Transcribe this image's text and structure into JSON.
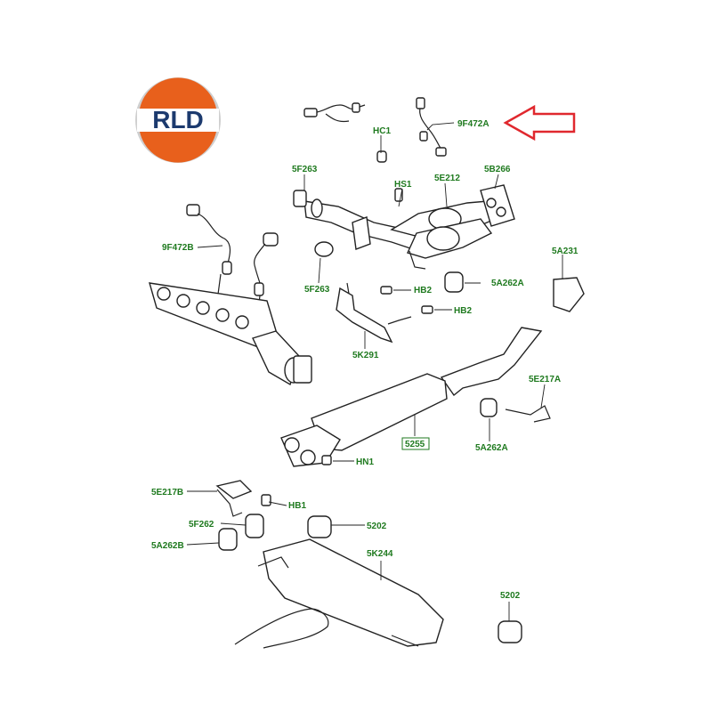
{
  "logo": {
    "text": "RLD",
    "colors": {
      "orange": "#e8601c",
      "blue": "#1c3a6e",
      "ring": "#cfcfcf"
    }
  },
  "arrow_color": "#e0282e",
  "label_color": "#1f7a1f",
  "labels": {
    "l9F472A": "9F472A",
    "lHC1": "HC1",
    "l5F263a": "5F263",
    "lHS1": "HS1",
    "l5E212": "5E212",
    "l5B266": "5B266",
    "l9F472B": "9F472B",
    "l5F263b": "5F263",
    "lHB2a": "HB2",
    "l5A262A_a": "5A262A",
    "l5A231": "5A231",
    "lHB2b": "HB2",
    "l5K291": "5K291",
    "l5E217A": "5E217A",
    "l5255": "5255",
    "l5A262A_b": "5A262A",
    "lHN1": "HN1",
    "l5E217B": "5E217B",
    "lHB1": "HB1",
    "l5F262": "5F262",
    "l5202a": "5202",
    "l5A262B": "5A262B",
    "l5K244": "5K244",
    "l5202b": "5202"
  }
}
